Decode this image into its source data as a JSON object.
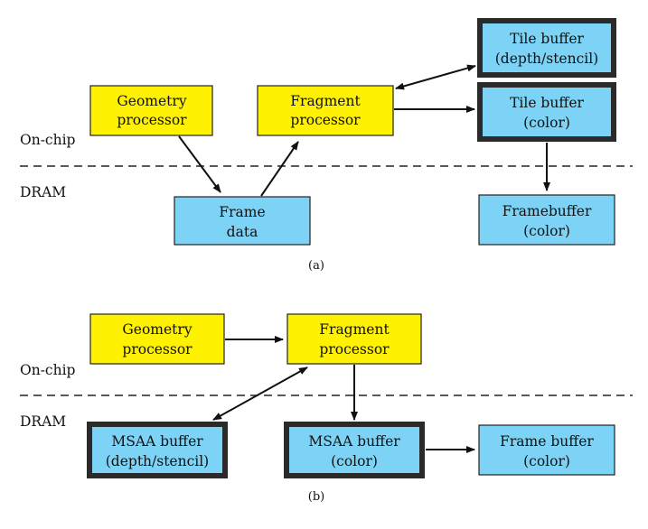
{
  "panel_a": {
    "caption": "(a)",
    "region_top": "On-chip",
    "region_bottom": "DRAM",
    "nodes": {
      "geometry": [
        "Geometry",
        "processor"
      ],
      "fragment": [
        "Fragment",
        "processor"
      ],
      "tile_depth": [
        "Tile buffer",
        "(depth/stencil)"
      ],
      "tile_color": [
        "Tile buffer",
        "(color)"
      ],
      "frame_data": [
        "Frame",
        "data"
      ],
      "framebuffer": [
        "Framebuffer",
        "(color)"
      ]
    }
  },
  "panel_b": {
    "caption": "(b)",
    "region_top": "On-chip",
    "region_bottom": "DRAM",
    "nodes": {
      "geometry": [
        "Geometry",
        "processor"
      ],
      "fragment": [
        "Fragment",
        "processor"
      ],
      "msaa_depth": [
        "MSAA buffer",
        "(depth/stencil)"
      ],
      "msaa_color": [
        "MSAA buffer",
        "(color)"
      ],
      "frame_buffer": [
        "Frame buffer",
        "(color)"
      ]
    }
  },
  "colors": {
    "processor_fill": "#fff200",
    "memory_fill": "#7dd3f5",
    "outline": "#222222"
  }
}
